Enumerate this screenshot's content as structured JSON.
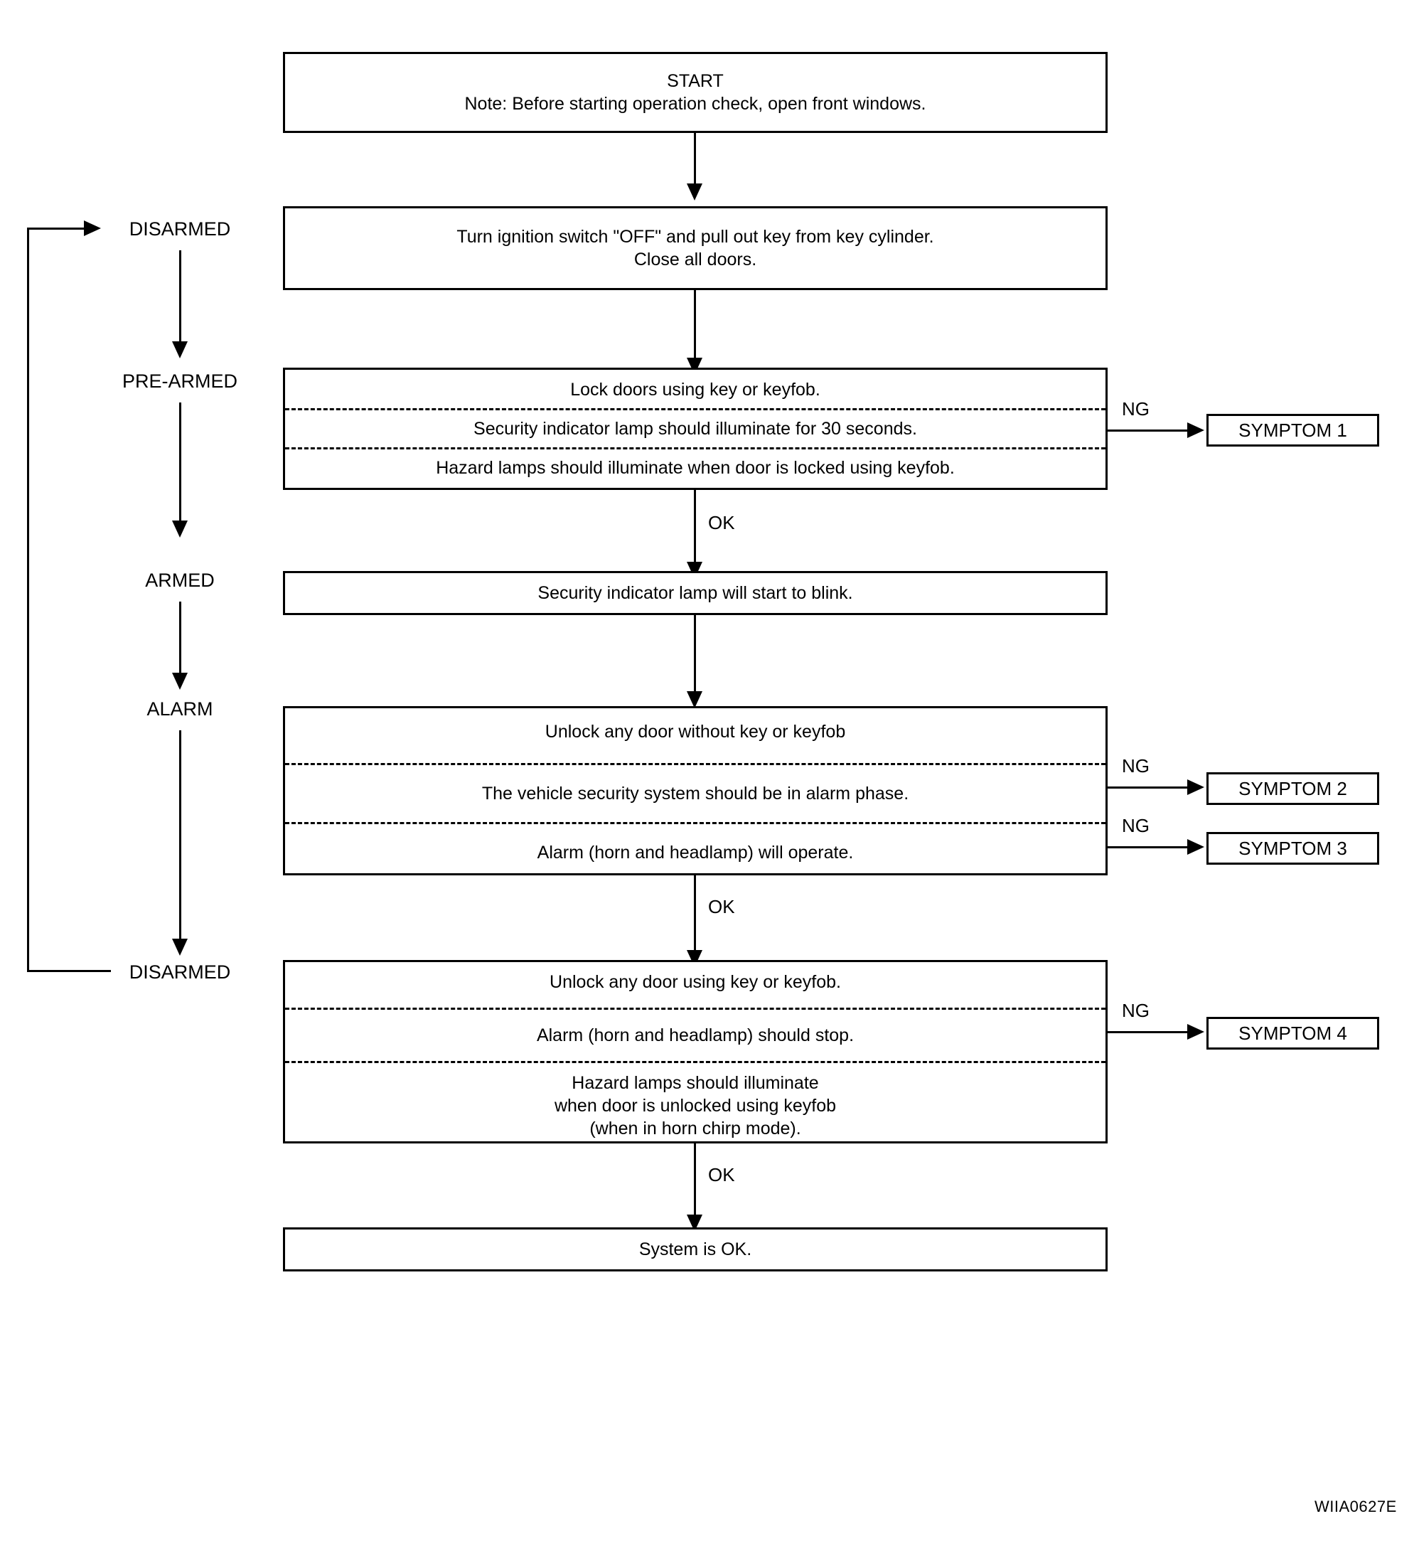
{
  "figure": {
    "code": "WIIA0627E",
    "type": "flowchart"
  },
  "states": [
    {
      "label": "DISARMED"
    },
    {
      "label": "PRE-ARMED"
    },
    {
      "label": "ARMED"
    },
    {
      "label": "ALARM"
    },
    {
      "label": "DISARMED"
    }
  ],
  "boxes": [
    {
      "id": "start",
      "segments": [
        "START\nNote: Before starting operation check, open front windows."
      ]
    },
    {
      "id": "ignition-off",
      "segments": [
        "Turn ignition switch \"OFF\" and pull out key from key cylinder.\nClose all doors."
      ]
    },
    {
      "id": "lock-doors",
      "segments": [
        "Lock doors using key or keyfob.",
        "Security indicator lamp should illuminate for 30 seconds.",
        "Hazard lamps should illuminate when door is locked using keyfob."
      ]
    },
    {
      "id": "indicator-blink",
      "segments": [
        "Security indicator lamp will start to blink."
      ]
    },
    {
      "id": "unlock-without-key",
      "segments": [
        "Unlock any door without key or keyfob",
        "The vehicle security system should be in alarm phase.",
        "Alarm (horn and headlamp) will operate."
      ]
    },
    {
      "id": "unlock-with-key",
      "segments": [
        "Unlock any door  using key or keyfob.",
        "Alarm (horn and headlamp) should stop.",
        "Hazard lamps should illuminate\nwhen door is unlocked using keyfob\n(when in horn chirp mode)."
      ]
    },
    {
      "id": "system-ok",
      "segments": [
        "System is OK."
      ]
    }
  ],
  "symptoms": [
    {
      "label": "SYMPTOM 1"
    },
    {
      "label": "SYMPTOM 2"
    },
    {
      "label": "SYMPTOM 3"
    },
    {
      "label": "SYMPTOM 4"
    }
  ],
  "edge_labels": {
    "ok": "OK",
    "ng": "NG"
  }
}
